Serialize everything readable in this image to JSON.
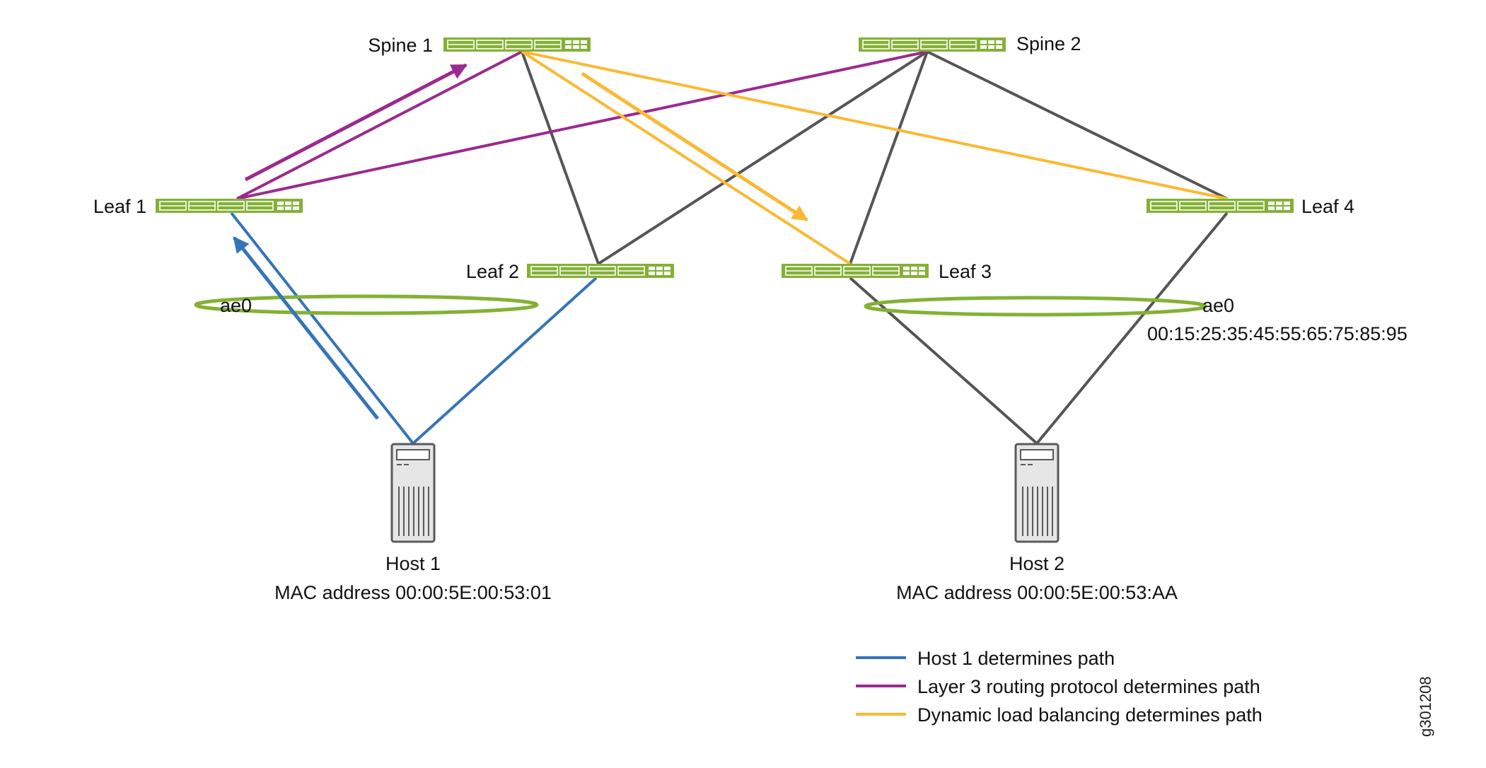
{
  "colors": {
    "switch_fill": "#84b135",
    "switch_inner": "#ffffff",
    "link_gray": "#555555",
    "blue": "#3474b8",
    "purple": "#9b2a8e",
    "yellow": "#fbb933",
    "ellipse": "#84b135",
    "host_fill": "#e6e6e6",
    "host_stroke": "#5a5a5a"
  },
  "nodes": {
    "spine1": {
      "label": "Spine 1",
      "type": "switch"
    },
    "spine2": {
      "label": "Spine 2",
      "type": "switch"
    },
    "leaf1": {
      "label": "Leaf 1",
      "type": "switch"
    },
    "leaf2": {
      "label": "Leaf 2",
      "type": "switch"
    },
    "leaf3": {
      "label": "Leaf 3",
      "type": "switch"
    },
    "leaf4": {
      "label": "Leaf 4",
      "type": "switch"
    },
    "host1": {
      "label": "Host 1",
      "mac": "MAC address 00:00:5E:00:53:01",
      "type": "server"
    },
    "host2": {
      "label": "Host 2",
      "mac": "MAC address 00:00:5E:00:53:AA",
      "type": "server"
    }
  },
  "aggregates": {
    "left": {
      "label": "ae0"
    },
    "right": {
      "label": "ae0",
      "esi": "00:15:25:35:45:55:65:75:85:95"
    }
  },
  "links": [
    {
      "from": "spine1",
      "to": "leaf2",
      "kind": "gray"
    },
    {
      "from": "spine2",
      "to": "leaf2",
      "kind": "gray"
    },
    {
      "from": "spine2",
      "to": "leaf3",
      "kind": "gray"
    },
    {
      "from": "spine2",
      "to": "leaf4",
      "kind": "gray"
    },
    {
      "from": "leaf3",
      "to": "host2",
      "kind": "gray"
    },
    {
      "from": "leaf4",
      "to": "host2",
      "kind": "gray"
    },
    {
      "from": "leaf1",
      "to": "spine1",
      "kind": "purple"
    },
    {
      "from": "leaf1",
      "to": "spine2",
      "kind": "purple"
    },
    {
      "from": "spine1",
      "to": "leaf3",
      "kind": "yellow"
    },
    {
      "from": "spine1",
      "to": "leaf4",
      "kind": "yellow"
    },
    {
      "from": "host1",
      "to": "leaf1",
      "kind": "blue"
    },
    {
      "from": "host1",
      "to": "leaf2",
      "kind": "blue"
    }
  ],
  "path_arrows": [
    {
      "kind": "blue",
      "description": "Host 1 to Leaf 1"
    },
    {
      "kind": "purple",
      "description": "Leaf 1 to Spine 1"
    },
    {
      "kind": "yellow",
      "description": "Spine 1 to Leaf 3"
    }
  ],
  "legend": [
    {
      "kind": "blue",
      "label": "Host 1 determines path"
    },
    {
      "kind": "purple",
      "label": "Layer 3 routing protocol determines path"
    },
    {
      "kind": "yellow",
      "label": "Dynamic load balancing determines path"
    }
  ],
  "figure_id": "g301208"
}
